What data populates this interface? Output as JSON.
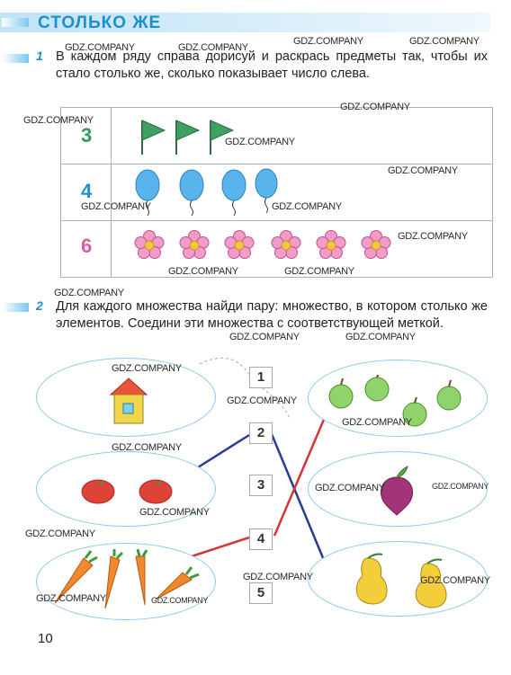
{
  "header": {
    "title": "СТОЛЬКО ЖЕ"
  },
  "task1": {
    "number": "1",
    "text": "В каждом ряду справа дорисуй и раскрась предметы так, чтобы их стало столько же, сколько показывает число слева.",
    "rows": [
      {
        "number": "3",
        "item": "flag",
        "count": 3
      },
      {
        "number": "4",
        "item": "balloon",
        "count": 4
      },
      {
        "number": "6",
        "item": "flower",
        "count": 6
      }
    ]
  },
  "task2": {
    "number": "2",
    "text": "Для каждого множества найди пару: множество, в котором столько же элементов. Соедини эти множества с соответствующей меткой.",
    "labels": [
      "1",
      "2",
      "3",
      "4",
      "5"
    ],
    "left_sets": [
      {
        "item": "house",
        "count": 1
      },
      {
        "item": "tomato",
        "count": 2
      },
      {
        "item": "carrot",
        "count": 4
      }
    ],
    "right_sets": [
      {
        "item": "apple",
        "count": 4
      },
      {
        "item": "beet",
        "count": 1
      },
      {
        "item": "pear",
        "count": 2
      }
    ]
  },
  "watermark": "GDZ.COMPANY",
  "page_number": "10",
  "colors": {
    "accent": "#1d8ed0",
    "row_colors": [
      "#2f9a5e",
      "#1f8fd3",
      "#e05aa0"
    ],
    "line_blue": "#2a3a9a",
    "line_red": "#d8323a"
  }
}
